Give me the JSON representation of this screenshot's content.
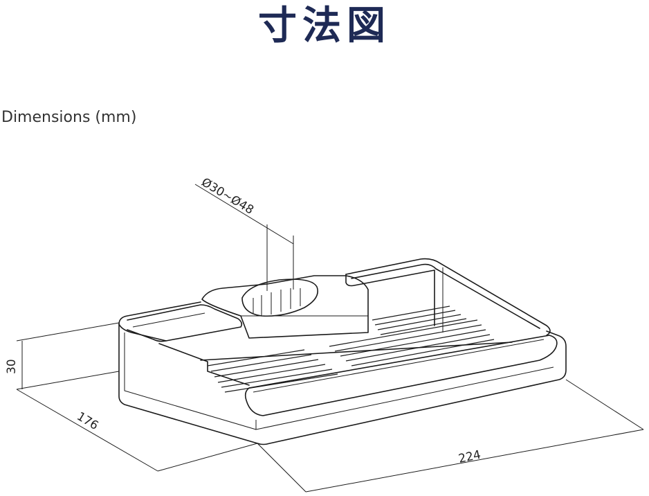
{
  "header": {
    "title": "寸法図",
    "subtitle": "Dimensions (mm)"
  },
  "dimensions": {
    "clamp_diameter": "Ø30~Ø48",
    "height": "30",
    "depth": "176",
    "width": "224"
  },
  "colors": {
    "title": "#1e2a55",
    "line": "#1a1a1a",
    "text": "#333333"
  }
}
